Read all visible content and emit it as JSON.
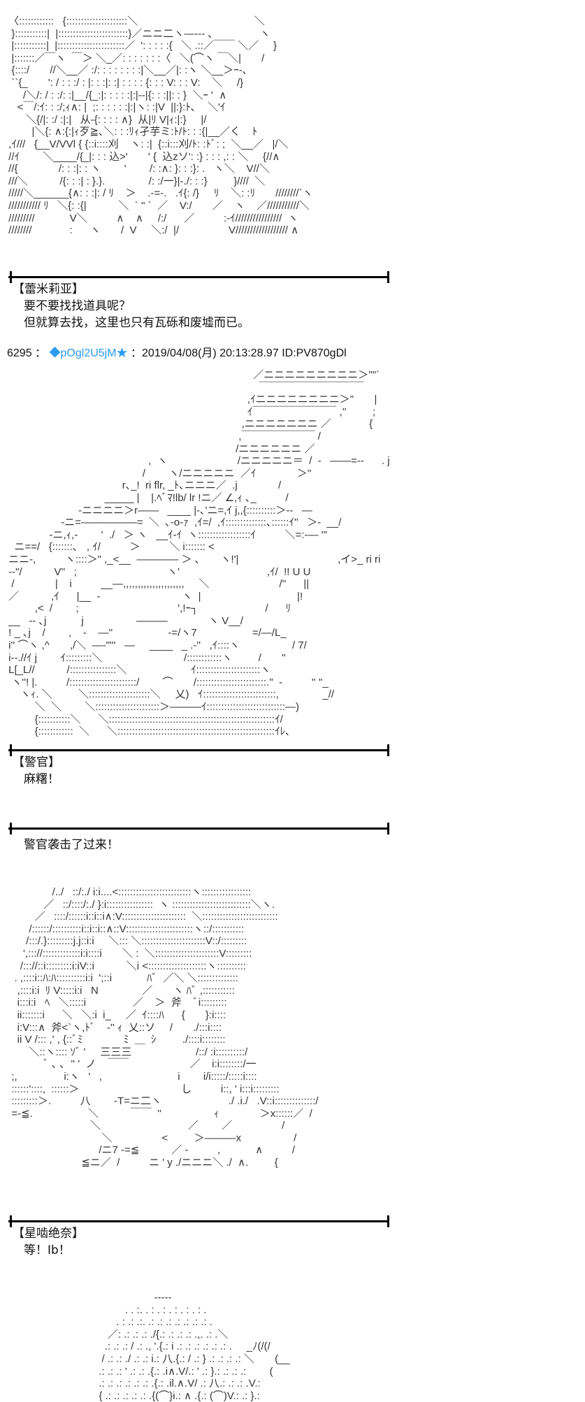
{
  "aa_blocks": {
    "remilia": " 〈::::::::::::   {:::::::::::::::::::::＼                                        ＼\n  }:::::::::::|  |::::::::::::::::::::::::}／ニニ二ヽ―‐-- ､                ヽ\n  |:::::::::::|  |:::::::::::::::::::::::／  ': : : : :{   ＼ .::／￣￣ ＼／     }\n  |:::::::／￣ヽ  ￣＞ ＼_／: : : : : : :〈   ＼(⌒ヽ ￣＼|       /\n  {::::/       //＼__／ :/: : : : : : : :|＼__／|: :ヽ ＼__＞ｰ-､\n  ``{_       ': / : : :/ : |: : :|: :| : : : : {: : : V: : : V:    ＼     /}\n      /＼/: / : :/: :|__/{_:|: : : : :|:|--|{: : :||: : }  ＼ｰ '  ∧\n    <￣/:ｲ: : :/;ｨ∧: |  ;: : : : : :|:|ヽ: :|V  ||:}:ﾄ､    ＼'ｲ\n       ＼{/|: :/ :|:|   从-{: : : : ∧}  从|ﾘ V|ｨ:|:}     |/\n         |＼{: ∧:{:|ｨ歹≧､＼: : :ﾘｨ孑芋ミ:ﾄ/ﾄ: : :{|__／く    ﾄ\n ,ｲ///   {__V/VVl { {::i::::刈    ヽ: :|  {::i:::刈/ﾄ: :ﾄﾞ: ;  ＼__／   |/＼\n //ｲ        ＼____/{_|: : : 込>'       ' {  込zソ': :} : : : ,: : ＼     {//∧\n //{              /: : :|: : ヽ        '        /: :∧: }: : :}: .   ヽ＼    V//＼\n ///＼           /{: : :| : }.}.               /: :/一}|-./: : :}         }////  ＼\n /////＼______{∧: : :|: / ﾘ    ＞    .-=-.   .ｲ{: /}     ﾘ    ＼: :ﾘ       ////////`ヽ\n /////////// ﾘ   ＼{: :{|           ＼  ` '' ´  ／    V:/       ／    ヽ    ／///////////＼\n /////////            V＼          ∧    ∧     /:/      ／          :-ｲ////////////////  ヽ\n ////////             :      ヽ       /  V     ＼:/  |/                 V////////////////// ∧",
    "mochi": "                                                                                     ／ニニニニニニニニニ＞''\"´\n                                                                                       ￣￣￣￣￣￣￣￣￣￣\n                                                                                   ,ｲニニニニニニニニ＞''       |\n                                                                                   ｲ￣￣￣￣￣￣￣￣ ,''         ;\n                                                                                 ,ニニニニニニニ ／             {\n                                                                                ,￣￣￣￣￣￣￣ /\n                                                                               /ニニニニニニ ／\n                                                 ,  ヽ                        /ニニニニニ＝  /  -   ――=-‐      . j\n                                               /        ヽ/ニニニニニ  ／ｲ              ＞''\n                                        r､_!  ri flr, _ﾄ､ニニニ／  .j              /\n                                  _____ |    |.ﾍﾞﾏ!lb/ lr !ニ／ ∠,ｨ ､_          /\n                         -ニニニニ＞r――   ____ |-､'ニ=,ｲ j,,{::::::::::＞‐-   ―\n                   -ニ=-―――――=  ＼  ､-o-ｧ  ,ｲ=/  ,ｲ::::::::::::::､::::::ｲ''   ＞-  __/\n               -ニ,ｨ,-        '  ./   ＞ ヽ   __ｲ-ｲ  ヽ::::::::::::::::::ｲ          ＼=:-― '''\n   ニ==/   {:::::::､   , ｲ/          ＞          ＼ i::::::: <\n ニニ-,          ヽ::::＞\" ,_<__  ―――― ＞ ､       ヽ!'|                                  ,イ>_ ri ri\n --\"/           V''   ;                               ヽ'                              ,ｲ/  !! U U\n  /              |    i          __―,,,,,,,,,,,,,,,,,,,,,     ＼                        /''      ||\n ／           ,ｲ      |__  ‐                            ヽ  |                                 |!\n          ,<  /        ;                                  ',!ｰ┐                       /      ﾘ\n __   -- ､j            j                  ―――              ヽ V__/\n ! _ ､j    /        ,    -    ―''                   -=/ヽ7                   =/―/L_\n i'' ⌒ヽ ,^       ,/＼  ―-\"'''   ―     ____   _ .-''   ,ｲ::::ヽ                  / 7/\n i--.//ｲ j        ｲ:::::::::＼                            /::::::::::::ヽ         /       ''\n L[_L//           /::::::::::::::::＼                      ｲ::::::::::::::::::::::ヽ\n  ヽ''! |.          /:::::::::::::::::::::::/        ⌒       /::::::::::::::::::::::::.''  -          '' ''_\n     ヽｨ. ＼         ＼:::::::::::::::::::::＼     乂)   ｲ:::::::::::::::::::::::::,               _//\n          ＼  ＼        ＼::::::::::::::::::::::＞―――ｲ:::::::::::::::::::::::::::―)\n          {:::::::::::＼      ＼:::::::::::::::::::::::::::::::::::::::::::::::::::::::::ｲ/\n          {::::::::::::  ＼      ＼::::::::::::::::::::::::::::::::::::::::::::::::::::::ｲﾚ､",
    "officer": "                /../   ::/:./ i:i....<:::::::::::::::::::::::::ヽ:::::::::::::::::\n             ／   ::/::::/:./ }:i::::::::::::::::  ヽ :::::::::::::::::::::::::::＼ヽ.\n          ／   ::::/::::::i::i::i∧:V::::::::::::::::::::::  ＼::::::::::::::::::::::::::\n        /::::::/::::::::::i::i::i::∧::V:::::::::::::::::::::::ヽ::/:::::::::::\n       /:::/.}:::::::::j.j::i:i     ＼::: ＼::::::::::::::::::::::V::/:::::::::\n      ',::://:::::::::::::i:i::::i       ＼ :  ＼::::::::::::::::::::::V:::::::::\n     /::://::i:::::::::i:iV::i           ＼i <::::::::::::::::::::ヽ::::::::::\n   . ,::::i::ﾊ:ﾊ::::::::::i:i  ';::i            ﾊﾞ  ／＼ ＼::::::::::::::\n    ,::::i:i  ﾘ V:::::i:i   N               ／       ヽ ﾊﾞ ,:::::::::::\n    i:::i:i   ﾍ   ＼:::::i                ／    ＞  斧    ﾞi:::::::::\n    ii:::::::i      ＼   ＼:i  i_     ／  ｲ::::ﾊ      {       }:i::::\n    i:V:::∧  斧<`ヽ,ﾄﾞ    -'' ｨ  乂::ソ     /       ./:::i::::\n    ii V /::: ,' , {::ﾞﾐ              ﾐ  ＿  ｼ         ./::::i::::::::\n        ＼::ヽ:::: ｿﾞ '     三三三                      /::/ :i::::::::::/\n             ﾞ ､ ､  '' '  ノ    ￣￣                     ／    i:i::::::::/一\n  ;,                i:ヽ   '   ,                          i        i/i:::::/:::::i::::\n  ::::::'::::,  ::::::＞                                   し          i::, ' i:::i:::::::::\n  :::::::::＞.          八        -T=ニ二ヽ                       ./ .i./   .V::i::::::::::::::/\n  =-≦.                   ＼           ￣￣  ''                  ｨ              ＞x::::::／  /\n                             ＼                              ／        ／                 /\n                                 ＼                 <         ＞―――x                  /\n                                /ニ7 -=≦           ／ -          ,            ∧          /\n                          ≦ニ／  /          ニ ' y ./ニニニ＼ ./  ∧.         {",
    "ib": "                                                   -----\n                                         . . :. . : . : . : . : . : .\n                                      . : .: .:. .: .: .: .: .: .: .: .\n                                   ／: .: .: .: ./{.: .: .: .: .,. .: .＼\n                                  .: .: .: / .: ., '.{.: i .: .: .: .: .: .: .     _ﾉ(/(/\n                                 / .: .: ./ .: .: i.: 八.{.: / .: } .: .: .: .: ＼       (__\n                                .: .: .: ' .: .: .{.: .i∧.V/.: ' .: }.: .: .: .:        (\n                                .: .: .: .: .: .: .{.: .il.∧.V/ .: 八.: .: .: .V.:\n                                { .: .: .: .: .: .{(⌒}i.: ∧ .{.: (⌒)V.: .: }.:"
  },
  "post1": {
    "speaker": "【蕾米莉亚】",
    "lines": [
      "要不要找找道具呢？",
      "但就算去找，这里也只有瓦砾和废墟而已。"
    ]
  },
  "post_header": {
    "number": "6295",
    "separator": "：",
    "trip": "◆pOgl2U5jM★",
    "datetime": "：2019/04/08(月) 20:13:28.97",
    "id": "ID:PV870gDl",
    "trip_color": "#2b9cf0"
  },
  "post2": {
    "speaker": "【警官】",
    "lines": [
      "麻糬！"
    ]
  },
  "narration": "警官袭击了过来！",
  "post3": {
    "speaker": "【星啮绝奈】",
    "lines": [
      "等！Ib！"
    ]
  }
}
